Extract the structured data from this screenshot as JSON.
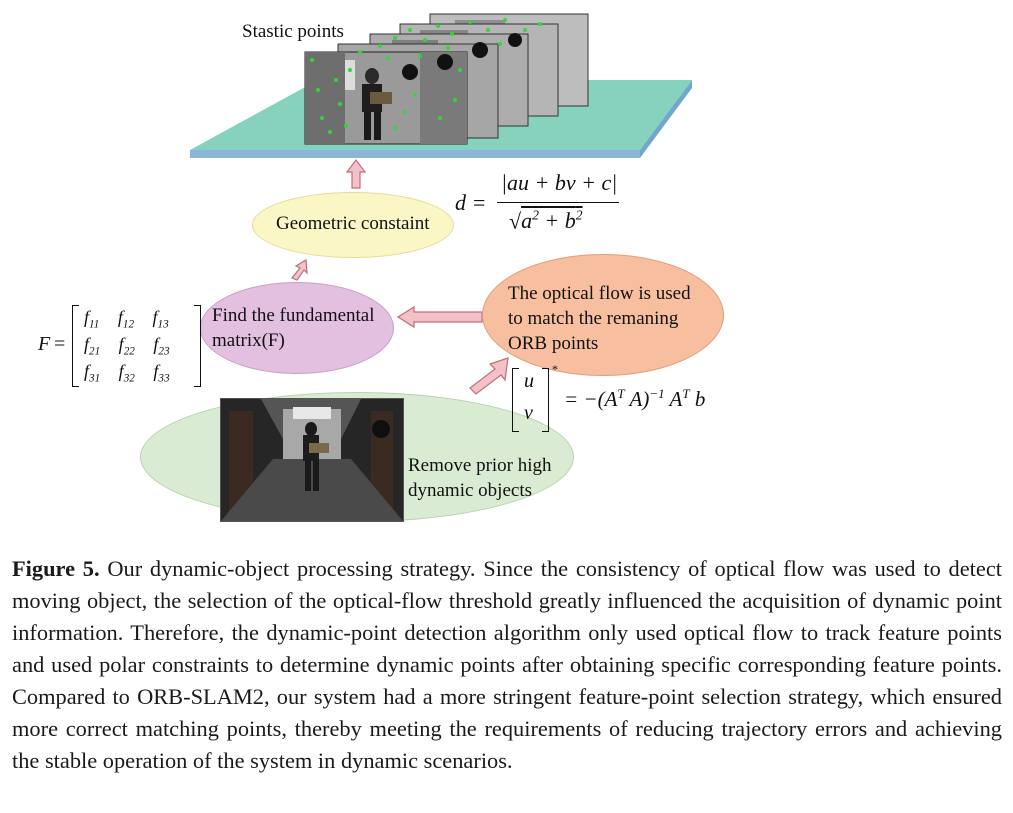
{
  "figure": {
    "static_label": "Stastic points",
    "geometric_label": "Geometric constaint",
    "fundamental_label_1": "Find the fundamental",
    "fundamental_label_2": "matrix(F)",
    "optical_label_1": "The optical flow is used",
    "optical_label_2": "to match the remaning",
    "optical_label_3": "ORB points",
    "remove_label_1": "Remove prior high",
    "remove_label_2": "dynamic objects",
    "colors": {
      "geometric_ellipse": "#fbf6c6",
      "fundamental_ellipse": "#e3bfe0",
      "optical_ellipse": "#f7bf9f",
      "remove_ellipse": "#d9ecd3",
      "plane_top": "#7fd0b9",
      "plane_front": "#8cb6d8",
      "arrow": "#f3c2c9",
      "feature_points": "#37d33b"
    }
  },
  "formulas": {
    "distance": "d = |au + bv + c| / √(a² + b²)",
    "fundamental_matrix": "F = [f11 f12 f13; f21 f22 f23; f31 f32 f33]",
    "optical_flow": "[u v]* = −(AᵀA)⁻¹Aᵀb"
  },
  "caption": {
    "label": "Figure 5.",
    "text": " Our dynamic-object processing strategy. Since the consistency of optical flow was used to detect moving object, the selection of the optical-flow threshold greatly influenced the acquisition of dynamic point information. Therefore, the dynamic-point detection algorithm only used optical flow to track feature points and used polar constraints to determine dynamic points after obtaining specific corresponding feature points. Compared to ORB-SLAM2, our system had a more stringent feature-point selection strategy, which ensured more correct matching points, thereby meeting the requirements of reducing trajectory errors and achieving the stable operation of the system in dynamic scenarios."
  }
}
